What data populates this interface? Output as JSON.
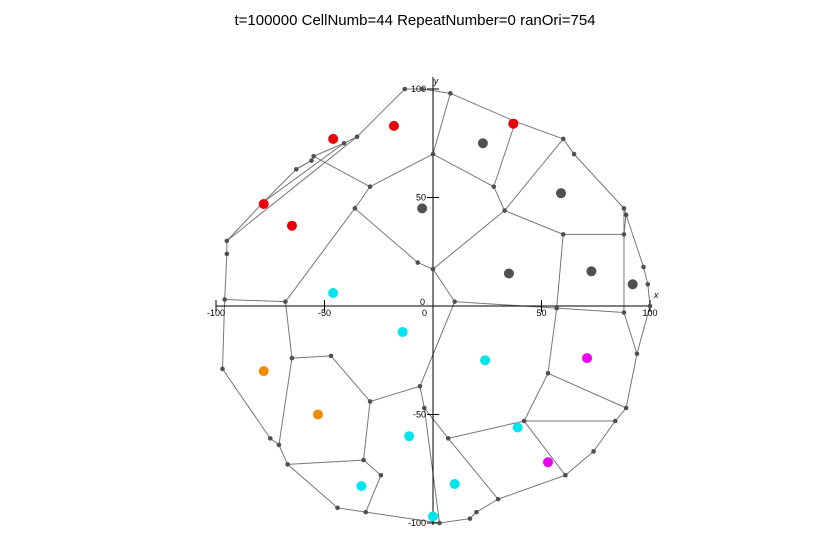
{
  "chart_data": {
    "type": "scatter",
    "title": "t=100000  CellNumb=44  RepeatNumber=0  ranOri=754",
    "xlabel": "x",
    "ylabel": "y",
    "xlim": [
      -100,
      100
    ],
    "ylim": [
      -100,
      100
    ],
    "grid": false,
    "x_ticks": [
      -100,
      -50,
      0,
      50,
      100
    ],
    "y_ticks": [
      100,
      50,
      0,
      -50,
      -100
    ],
    "x_tick_labels": [
      "-100",
      "-50",
      "0",
      "50",
      "100"
    ],
    "y_tick_labels": [
      "100",
      "50",
      "0",
      "-50",
      "-100"
    ],
    "colors": {
      "axis": "#000000",
      "edge": "#777777",
      "vertex": "#505050",
      "gray": "#505050",
      "red": "#e8000b",
      "cyan": "#00e5ee",
      "orange": "#f08c00",
      "magenta": "#ee00ee"
    },
    "series": [
      {
        "color_key": "red",
        "points": [
          [
            -46,
            77
          ],
          [
            -18,
            83
          ],
          [
            37,
            84
          ],
          [
            -78,
            47
          ],
          [
            -65,
            37
          ]
        ]
      },
      {
        "color_key": "gray",
        "points": [
          [
            23,
            75
          ],
          [
            59,
            52
          ],
          [
            -5,
            45
          ],
          [
            35,
            15
          ],
          [
            73,
            16
          ],
          [
            92,
            10
          ]
        ]
      },
      {
        "color_key": "cyan",
        "points": [
          [
            -46,
            6
          ],
          [
            -14,
            -12
          ],
          [
            24,
            -25
          ],
          [
            -11,
            -60
          ],
          [
            39,
            -56
          ],
          [
            -33,
            -83
          ],
          [
            10,
            -82
          ],
          [
            0,
            -97
          ]
        ]
      },
      {
        "color_key": "orange",
        "points": [
          [
            -78,
            -30
          ],
          [
            -53,
            -50
          ]
        ]
      },
      {
        "color_key": "magenta",
        "points": [
          [
            71,
            -24
          ],
          [
            53,
            -72
          ]
        ]
      }
    ],
    "vertices": [
      [
        -5,
        100
      ],
      [
        8,
        98
      ],
      [
        38,
        85
      ],
      [
        60,
        77
      ],
      [
        65,
        70
      ],
      [
        88,
        45
      ],
      [
        89,
        42
      ],
      [
        97,
        18
      ],
      [
        99,
        10
      ],
      [
        100,
        0
      ],
      [
        94,
        -22
      ],
      [
        89,
        -47
      ],
      [
        84,
        -53
      ],
      [
        74,
        -67
      ],
      [
        61,
        -78
      ],
      [
        30,
        -89
      ],
      [
        20,
        -95
      ],
      [
        17,
        -98
      ],
      [
        3,
        -100
      ],
      [
        -31,
        -95
      ],
      [
        -44,
        -93
      ],
      [
        -67,
        -73
      ],
      [
        -71,
        -64
      ],
      [
        -75,
        -61
      ],
      [
        -97,
        -29
      ],
      [
        -96,
        3
      ],
      [
        -95,
        24
      ],
      [
        -95,
        30
      ],
      [
        -78,
        48
      ],
      [
        -63,
        63
      ],
      [
        -56,
        67
      ],
      [
        -55,
        69
      ],
      [
        -41,
        75
      ],
      [
        -35,
        78
      ],
      [
        -13,
        100
      ],
      [
        0,
        70
      ],
      [
        -29,
        55
      ],
      [
        -36,
        45
      ],
      [
        -7,
        20
      ],
      [
        0,
        17
      ],
      [
        10,
        2
      ],
      [
        28,
        55
      ],
      [
        33,
        44
      ],
      [
        60,
        33
      ],
      [
        88,
        33
      ],
      [
        88,
        -3
      ],
      [
        57,
        -1
      ],
      [
        53,
        -31
      ],
      [
        42,
        -53
      ],
      [
        7,
        -61
      ],
      [
        -4,
        -47
      ],
      [
        -6,
        -37
      ],
      [
        -29,
        -44
      ],
      [
        -32,
        -71
      ],
      [
        -24,
        -78
      ],
      [
        -65,
        -24
      ],
      [
        -47,
        -23
      ],
      [
        -68,
        2
      ]
    ],
    "edges": [
      [
        0,
        1
      ],
      [
        1,
        2
      ],
      [
        2,
        3
      ],
      [
        3,
        4
      ],
      [
        4,
        5
      ],
      [
        5,
        6
      ],
      [
        6,
        7
      ],
      [
        7,
        8
      ],
      [
        8,
        9
      ],
      [
        9,
        10
      ],
      [
        10,
        11
      ],
      [
        11,
        12
      ],
      [
        12,
        13
      ],
      [
        13,
        14
      ],
      [
        14,
        15
      ],
      [
        15,
        16
      ],
      [
        16,
        17
      ],
      [
        17,
        18
      ],
      [
        18,
        19
      ],
      [
        19,
        20
      ],
      [
        20,
        21
      ],
      [
        21,
        22
      ],
      [
        22,
        23
      ],
      [
        23,
        24
      ],
      [
        24,
        25
      ],
      [
        25,
        26
      ],
      [
        26,
        27
      ],
      [
        27,
        28
      ],
      [
        28,
        29
      ],
      [
        29,
        30
      ],
      [
        30,
        31
      ],
      [
        31,
        32
      ],
      [
        32,
        33
      ],
      [
        33,
        34
      ],
      [
        34,
        0
      ],
      [
        1,
        35
      ],
      [
        35,
        36
      ],
      [
        36,
        37
      ],
      [
        37,
        38
      ],
      [
        38,
        39
      ],
      [
        39,
        35
      ],
      [
        35,
        41
      ],
      [
        41,
        42
      ],
      [
        42,
        39
      ],
      [
        42,
        43
      ],
      [
        43,
        44
      ],
      [
        44,
        5
      ],
      [
        43,
        46
      ],
      [
        46,
        45
      ],
      [
        45,
        44
      ],
      [
        45,
        10
      ],
      [
        46,
        47
      ],
      [
        47,
        11
      ],
      [
        47,
        48
      ],
      [
        48,
        49
      ],
      [
        49,
        50
      ],
      [
        50,
        51
      ],
      [
        51,
        40
      ],
      [
        40,
        39
      ],
      [
        40,
        46
      ],
      [
        49,
        15
      ],
      [
        51,
        52
      ],
      [
        52,
        56
      ],
      [
        56,
        55
      ],
      [
        55,
        57
      ],
      [
        57,
        37
      ],
      [
        57,
        25
      ],
      [
        52,
        53
      ],
      [
        53,
        54
      ],
      [
        54,
        19
      ],
      [
        55,
        22
      ],
      [
        3,
        42
      ],
      [
        2,
        41
      ],
      [
        27,
        33
      ],
      [
        28,
        32
      ],
      [
        29,
        30
      ],
      [
        36,
        31
      ],
      [
        53,
        21
      ],
      [
        50,
        18
      ],
      [
        12,
        48
      ],
      [
        6,
        44
      ],
      [
        48,
        14
      ]
    ]
  }
}
